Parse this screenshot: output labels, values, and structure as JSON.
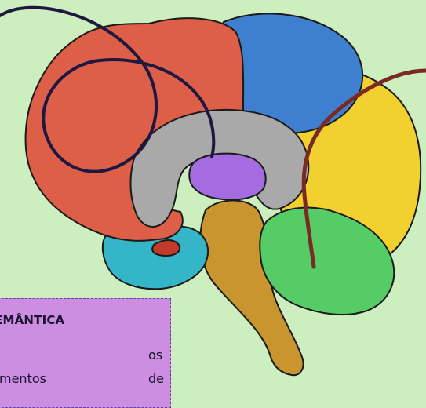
{
  "diagram": {
    "regions": [
      {
        "name": "frontal-lobe",
        "color": "#dd5f48"
      },
      {
        "name": "parietal-lobe",
        "color": "#3f7fd0"
      },
      {
        "name": "occipital-lobe",
        "color": "#f2d030"
      },
      {
        "name": "temporal-lobe",
        "color": "#35b6c8"
      },
      {
        "name": "cerebellum",
        "color": "#55cc66"
      },
      {
        "name": "brainstem",
        "color": "#c9952e"
      },
      {
        "name": "thalamus",
        "color": "#a56be0"
      },
      {
        "name": "corpus-callosum",
        "color": "#a9a9a9"
      },
      {
        "name": "amygdala",
        "color": "#c23a2a"
      }
    ],
    "pointers": [
      {
        "name": "frontal-pointer",
        "color": "#1e1840"
      },
      {
        "name": "thalamus-pointer",
        "color": "#1e1840"
      },
      {
        "name": "cerebellum-pointer",
        "color": "#7a2a22"
      }
    ],
    "background": "#cdeebf"
  },
  "info_box": {
    "title": "EMÂNTICA",
    "words": [
      "os",
      "mentos",
      "de"
    ],
    "fill": "#cc8ee0",
    "border": "#6a3aa0"
  }
}
